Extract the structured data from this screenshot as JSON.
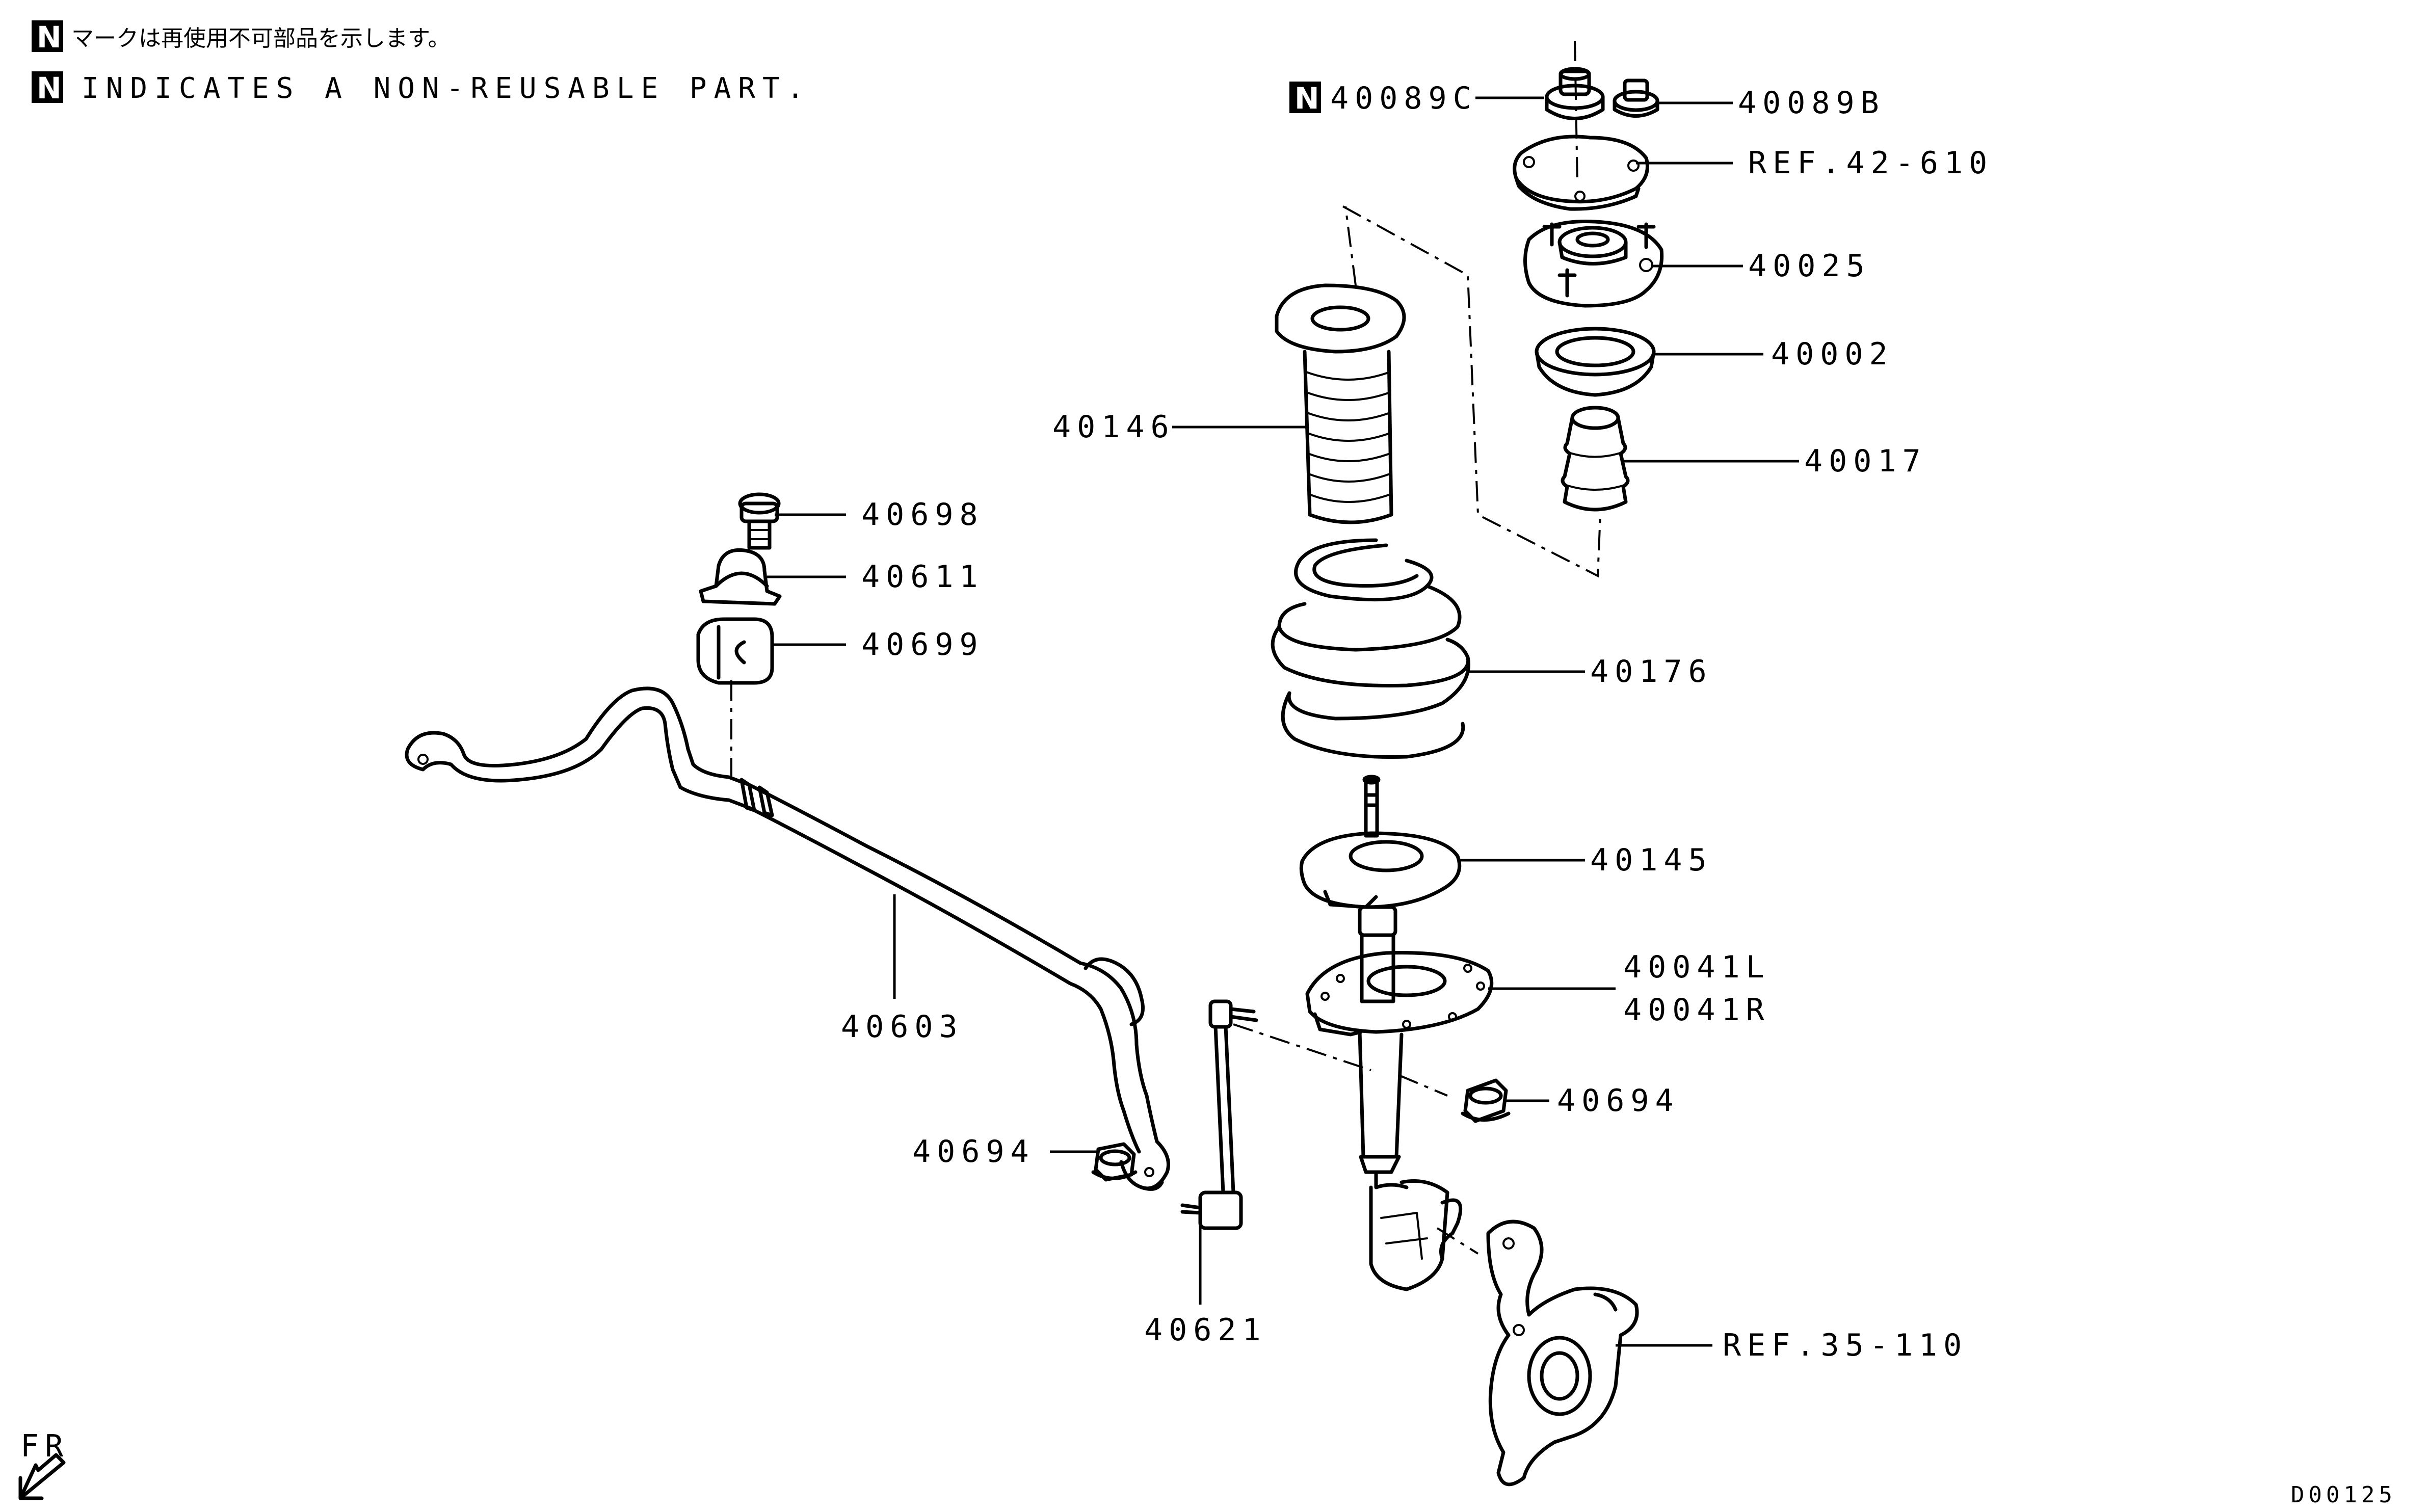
{
  "legend": {
    "jp_text": "マークは再使用不可部品を示します。",
    "en_text": "INDICATES A NON-REUSABLE PART.",
    "marker": "N"
  },
  "labels": {
    "p40089C": "40089C",
    "p40089C_marker": "N",
    "p40089B": "40089B",
    "ref42": "REF.42-610",
    "p40025": "40025",
    "p40002": "40002",
    "p40017": "40017",
    "p40146": "40146",
    "p40176": "40176",
    "p40145": "40145",
    "p40041L": "40041L",
    "p40041R": "40041R",
    "p40694_right": "40694",
    "p40694_left": "40694",
    "p40698": "40698",
    "p40611": "40611",
    "p40699": "40699",
    "p40603": "40603",
    "p40621": "40621",
    "ref35": "REF.35-110",
    "fr": "FR",
    "code": "D00125"
  }
}
